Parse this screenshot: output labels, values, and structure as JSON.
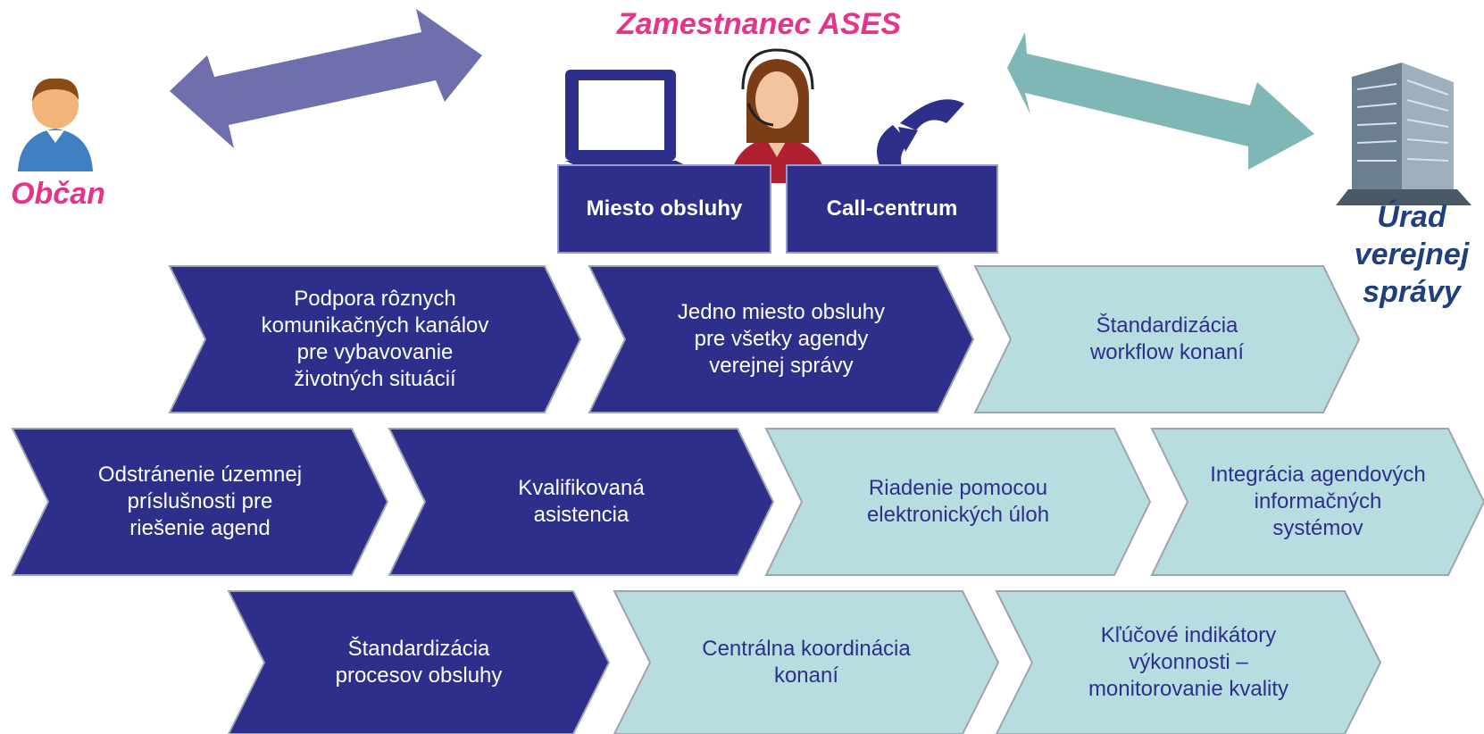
{
  "title": "Zamestnanec ASES",
  "actors": {
    "citizen": "Občan",
    "office": [
      "Úrad",
      "verejnej",
      "správy"
    ]
  },
  "channels": {
    "service_point": "Miesto obsluhy",
    "call_center": "Call-centrum"
  },
  "colors": {
    "dark_chevron": "#2e2f8a",
    "light_chevron": "#b8dde1",
    "title_pink": "#e8338a",
    "left_arrow": "#6f6fae",
    "right_arrow": "#7fb6b6"
  },
  "rows": [
    [
      {
        "text": [
          "Podpora rôznych",
          "komunikačných kanálov",
          "pre vybavovanie",
          "životných situácií"
        ],
        "style": "dark"
      },
      {
        "text": [
          "Jedno miesto obsluhy",
          "pre všetky agendy",
          "verejnej správy"
        ],
        "style": "dark"
      },
      {
        "text": [
          "Štandardizácia",
          "workflow konaní"
        ],
        "style": "light"
      }
    ],
    [
      {
        "text": [
          "Odstránenie územnej",
          "príslušnosti pre",
          "riešenie agend"
        ],
        "style": "dark"
      },
      {
        "text": [
          "Kvalifikovaná",
          "asistencia"
        ],
        "style": "dark"
      },
      {
        "text": [
          "Riadenie pomocou",
          "elektronických úloh"
        ],
        "style": "light"
      },
      {
        "text": [
          "Integrácia agendových",
          "informačných",
          "systémov"
        ],
        "style": "light"
      }
    ],
    [
      {
        "text": [
          "Štandardizácia",
          "procesov obsluhy"
        ],
        "style": "dark"
      },
      {
        "text": [
          "Centrálna koordinácia",
          "konaní"
        ],
        "style": "light"
      },
      {
        "text": [
          "Kľúčové indikátory",
          "výkonnosti –",
          "monitorovanie kvality"
        ],
        "style": "light"
      }
    ]
  ]
}
